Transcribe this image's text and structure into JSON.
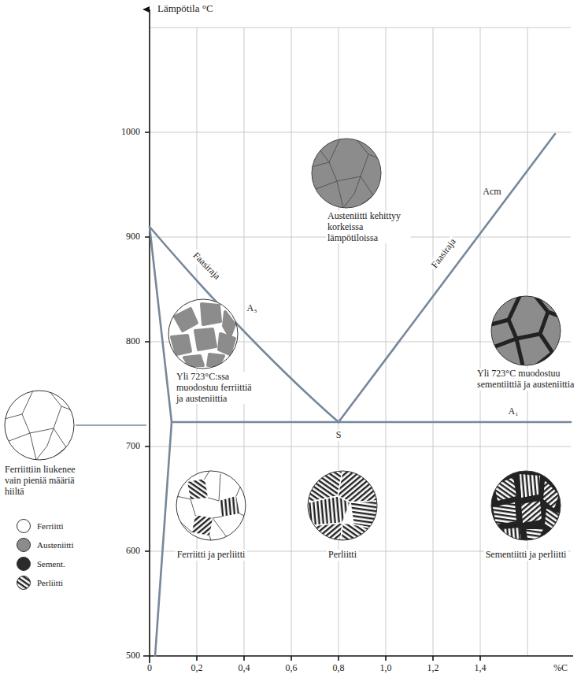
{
  "diagram": {
    "labels": [
      "Lämpötila °C",
      "1000",
      "900",
      "800",
      "700",
      "600",
      "500",
      "0",
      "0,2",
      "0,4",
      "0,6",
      "0,8",
      "1,0",
      "1,2",
      "1,4",
      "%C",
      "Faasiraja",
      "A₃",
      "Faasiraja",
      "Acm",
      "Austeniitti kehittyy korkeissa lämpötiloissa",
      "Yli 723°C:ssa muodostuu ferriittiä ja austeniittia",
      "Yli 723°C muodostuu sementiittiä ja austeniittia",
      "S",
      "A₁",
      "Ferriittiin liukenee vain pieniä määriä hiiltä",
      "Ferriitti ja perliitti",
      "Perliitti",
      "Sementiitti ja perliitti"
    ],
    "legend": [
      {
        "text": "Ferriitti",
        "color": "#ffffff"
      },
      {
        "text": "Austeniitti",
        "color": "#8c8c8c"
      },
      {
        "text": "Sement.",
        "color": "#2a2a2a"
      },
      {
        "text": "Perliitti"
      }
    ]
  }
}
